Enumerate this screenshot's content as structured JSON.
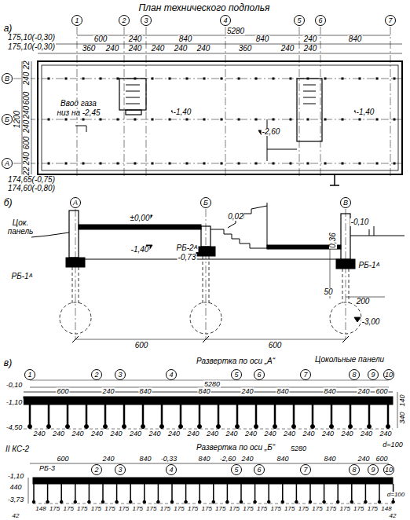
{
  "diagram": {
    "labels": [
      "План технического подполья",
      "а)",
      "1",
      "2",
      "3",
      "4",
      "5",
      "6",
      "7",
      "5280",
      "175,10(-0,30)",
      "175,10(-0,30)",
      "600",
      "240",
      "840",
      "840",
      "240",
      "840",
      "360",
      "240",
      "240",
      "240",
      "240",
      "240",
      "360",
      "240",
      "240",
      "В",
      "Б",
      "А",
      "1200",
      "22",
      "240",
      "600",
      "240",
      "240",
      "600",
      "240",
      "22",
      "Ввод газа",
      "низ на -2,45",
      "-1,40",
      "-2,60",
      "-1,40",
      "174,65(-0,75)",
      "174,60(-0,80)",
      "б)",
      "А",
      "Б",
      "В",
      "Цок.",
      "панель",
      "±0,00",
      "0,02",
      "-0,10",
      "0,36",
      "-1,40",
      "РБ-2ᴬ",
      "-0,73",
      "РБ-1ᴬ",
      "РБ-1ᴬ",
      "50",
      "200",
      "-3,00",
      "600",
      "600",
      "в)",
      "Развертка по оси „А“",
      "Цокольные панели",
      "1",
      "2",
      "3",
      "4",
      "5",
      "6",
      "7",
      "8",
      "9",
      "10",
      "5280",
      "600",
      "240",
      "840",
      "840",
      "240",
      "840",
      "840",
      "240",
      "600",
      "-0,10",
      "-1,10",
      "-4,50",
      "140",
      "340",
      "d=100",
      "240",
      "240",
      "240",
      "240",
      "240",
      "240",
      "240",
      "240",
      "240",
      "240",
      "240",
      "240",
      "240",
      "240",
      "240",
      "240",
      "240",
      "240",
      "240",
      "II КС-2",
      "Развертка по оси „Б“",
      "5280",
      "-0,33",
      "-2,60",
      "600",
      "240",
      "840",
      "840",
      "240",
      "840",
      "840",
      "240",
      "600",
      "РБ-3",
      "2",
      "3",
      "4",
      "5",
      "6",
      "7",
      "8",
      "9",
      "10",
      "-1,10",
      "440",
      "-3,73",
      "d=100",
      "148",
      "175",
      "175",
      "175",
      "175",
      "175",
      "175",
      "175",
      "175",
      "175",
      "175",
      "175",
      "175",
      "175",
      "175",
      "175",
      "175",
      "175",
      "175",
      "175",
      "175",
      "175",
      "175",
      "175",
      "175",
      "148",
      "42",
      "42"
    ]
  }
}
